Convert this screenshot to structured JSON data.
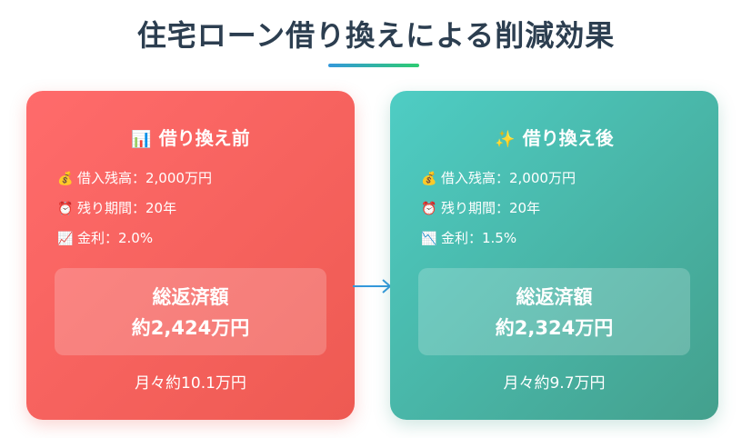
{
  "title": "住宅ローン借り換えによる削減効果",
  "before": {
    "icon": "📊",
    "heading": "借り換え前",
    "rows": [
      {
        "icon": "💰",
        "text": "借入残高：2,000万円"
      },
      {
        "icon": "⏰",
        "text": "残り期間：20年"
      },
      {
        "icon": "📈",
        "text": "金利：2.0%"
      }
    ],
    "total_label": "総返済額",
    "total_amount": "約2,424万円",
    "monthly": "月々約10.1万円",
    "color_from": "#ff6b6b",
    "color_to": "#ee5a52"
  },
  "after": {
    "icon": "✨",
    "heading": "借り換え後",
    "rows": [
      {
        "icon": "💰",
        "text": "借入残高：2,000万円"
      },
      {
        "icon": "⏰",
        "text": "残り期間：20年"
      },
      {
        "icon": "📉",
        "text": "金利：1.5%"
      }
    ],
    "total_label": "総返済額",
    "total_amount": "約2,324万円",
    "monthly": "月々約9.7万円",
    "color_from": "#4ecdc4",
    "color_to": "#44a08d"
  },
  "accent_gradient": [
    "#3498db",
    "#2ecc71"
  ],
  "arrow_icon": "arrow-right-icon"
}
